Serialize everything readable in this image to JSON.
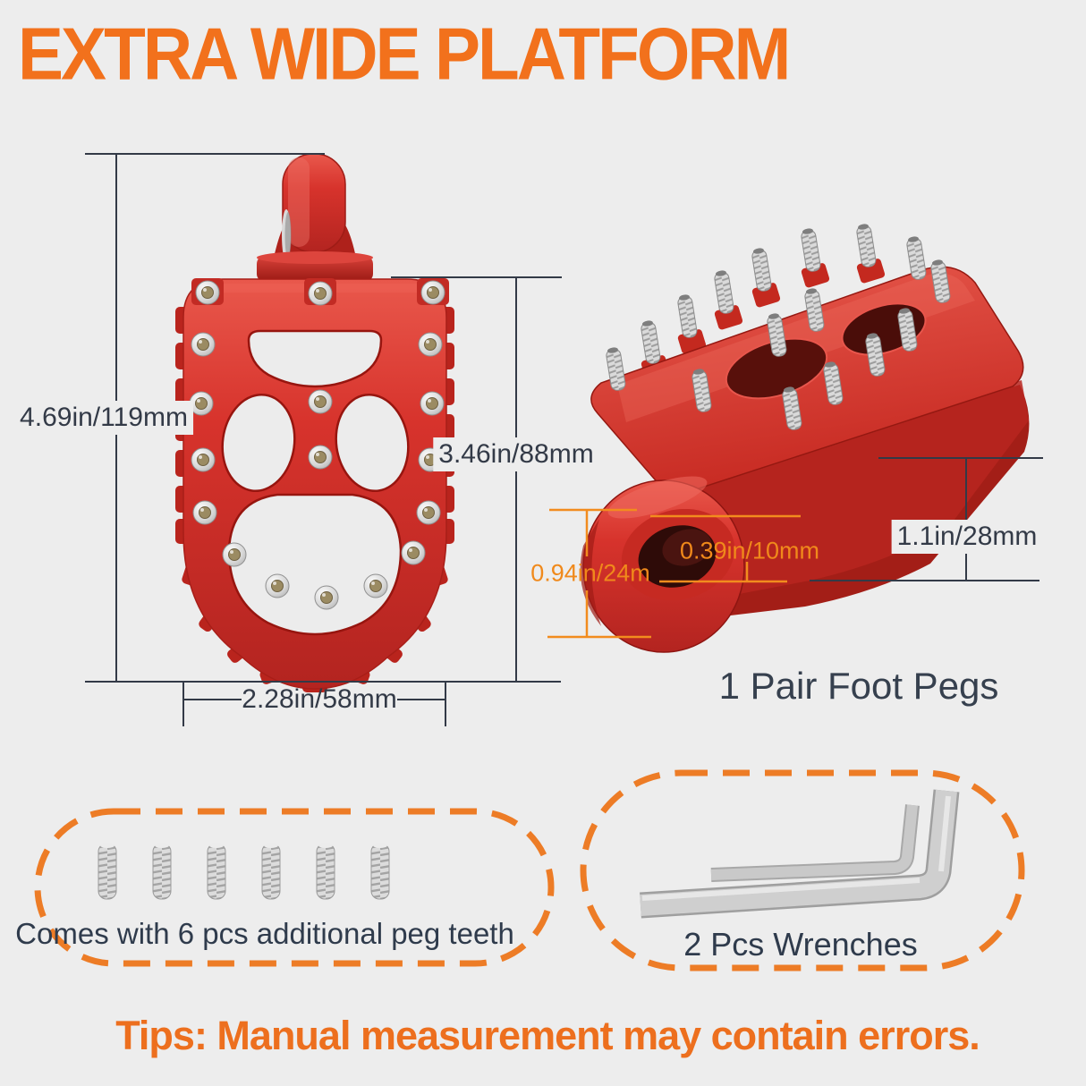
{
  "title": "EXTRA WIDE PLATFORM",
  "front_view": {
    "overall_height": "4.69in/119mm",
    "platform_length": "3.46in/88mm",
    "platform_width": "2.28in/58mm"
  },
  "side_view": {
    "mount_height": "0.94in/24m",
    "hole_diameter": "0.39in/10mm",
    "edge_thickness": "1.1in/28mm",
    "caption": "1 Pair Foot Pegs"
  },
  "accessories": {
    "peg_teeth_label": "Comes with 6 pcs additional peg teeth",
    "peg_teeth_count": 6,
    "wrenches_label": "2 Pcs Wrenches",
    "wrenches_count": 2
  },
  "footer": {
    "tips": "Tips: Manual measurement may contain errors."
  },
  "colors": {
    "background": "#EDEDED",
    "accent_orange": "#F2711C",
    "dash_orange": "#ED7C26",
    "dimension_orange": "#F0891B",
    "product_red": "#D7332C",
    "text_dark": "#333A47"
  }
}
